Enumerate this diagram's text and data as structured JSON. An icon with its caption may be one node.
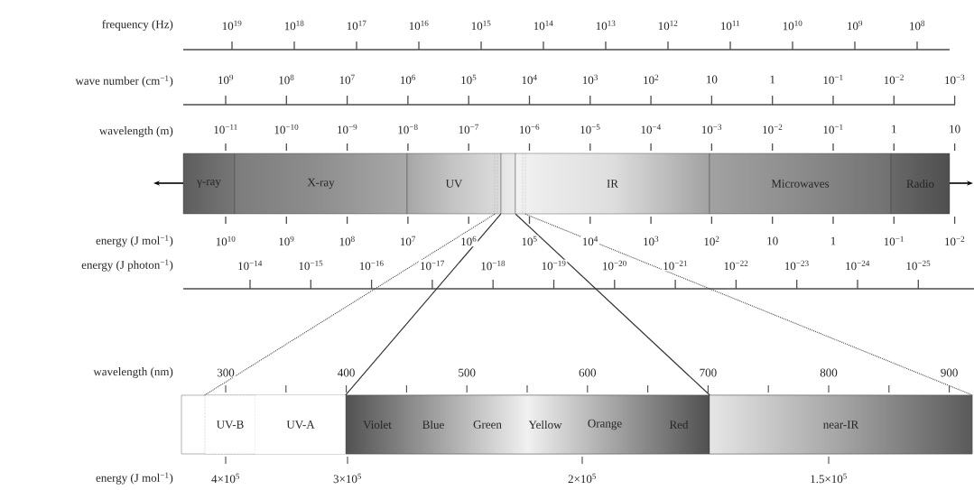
{
  "diagram": {
    "nodes": [
      {
        "text": [
          "γ-ray"
        ]
      },
      {
        "text": [
          "X-ray"
        ]
      },
      {
        "text": [
          "UV"
        ]
      },
      {
        "text": [],
        "shape": "bar"
      },
      {
        "text": [
          "IR"
        ]
      },
      {
        "text": [
          "Microwaves"
        ]
      },
      {
        "text": [
          "Radio"
        ]
      },
      {
        "text": [
          "UV-B"
        ]
      },
      {
        "text": [
          "UV-A"
        ]
      },
      {
        "text": [
          "Violet",
          "Blue",
          "Green",
          "Yellow",
          "Orange",
          "Red"
        ]
      },
      {
        "text": [
          "near-IR"
        ]
      }
    ],
    "edges": [
      {
        "from": 2,
        "to": 7,
        "arrow": "none",
        "style": "dashed"
      },
      {
        "from": 3,
        "to": 9,
        "arrow": "none"
      },
      {
        "from": 3,
        "to": 9,
        "arrow": "none"
      },
      {
        "from": 4,
        "to": 10,
        "arrow": "none",
        "style": "dashed"
      }
    ],
    "labels": [
      "frequency (Hz)",
      "10$^{19}$",
      "10$^{18}$",
      "10$^{17}$",
      "10$^{16}$",
      "10$^{15}$",
      "10$^{14}$",
      "10$^{13}$",
      "10$^{12}$",
      "10$^{11}$",
      "10$^{10}$",
      "10$^{9}$",
      "10$^{8}$",
      "wave number (cm$^{−1}$)",
      "10$^{9}$",
      "10$^{8}$",
      "10$^{7}$",
      "10$^{6}$",
      "10$^{5}$",
      "10$^{4}$",
      "10$^{3}$",
      "10$^{2}$",
      "10",
      "1",
      "10$^{−1}$",
      "10$^{−2}$",
      "10$^{−3}$",
      "wavelength (m)",
      "10$^{−11}$",
      "10$^{−10}$",
      "10$^{−9}$",
      "10$^{−8}$",
      "10$^{−7}$",
      "10$^{−6}$",
      "10$^{−5}$",
      "10$^{−4}$",
      "10$^{−3}$",
      "10$^{−2}$",
      "10$^{−1}$",
      "1",
      "10",
      "energy (J mol$^{−1}$)",
      "10$^{10}$",
      "10$^{9}$",
      "10$^{8}$",
      "10$^{7}$",
      "10$^{6}$",
      "10$^{5}$",
      "10$^{4}$",
      "10$^{3}$",
      "10$^{2}$",
      "10",
      "1",
      "10$^{−1}$",
      "10$^{−2}$",
      "energy (J photon$^{−1}$)",
      "10$^{−14}$",
      "10$^{−15}$",
      "10$^{−16}$",
      "10$^{−17}$",
      "10$^{−18}$",
      "10$^{−19}$",
      "10$^{−20}$",
      "10$^{−21}$",
      "10$^{−22}$",
      "10$^{−23}$",
      "10$^{−24}$",
      "10$^{−25}$",
      "wavelength (nm)",
      "300",
      "400",
      "500",
      "600",
      "700",
      "800",
      "900",
      "energy (J mol$^{−1}$)",
      "4×10$^{5}$",
      "3×10$^{5}$",
      "2×10$^{5}$",
      "1.5×10$^{5}$"
    ]
  }
}
